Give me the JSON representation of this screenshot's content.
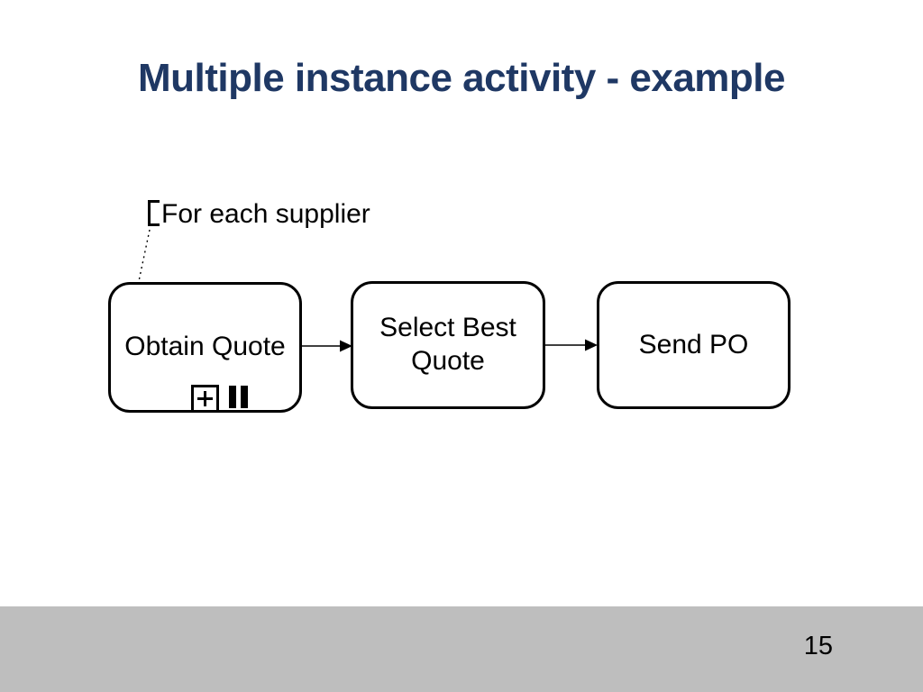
{
  "slide": {
    "title": "Multiple instance activity - example",
    "page_number": "15"
  },
  "diagram": {
    "type": "bpmn-process-fragment",
    "annotation": {
      "text": "For each supplier",
      "attached_to": "Obtain Quote"
    },
    "tasks": [
      {
        "label": "Obtain Quote",
        "markers": [
          "subprocess-plus",
          "multi-instance-parallel"
        ]
      },
      {
        "label": "Select Best Quote",
        "markers": []
      },
      {
        "label": "Send PO",
        "markers": []
      }
    ],
    "flows": [
      {
        "from": "Obtain Quote",
        "to": "Select Best Quote"
      },
      {
        "from": "Select Best Quote",
        "to": "Send PO"
      }
    ]
  },
  "colors": {
    "title": "#1F3864",
    "footer_bar": "#BEBEBE",
    "stroke": "#000000",
    "background": "#FFFFFF"
  }
}
